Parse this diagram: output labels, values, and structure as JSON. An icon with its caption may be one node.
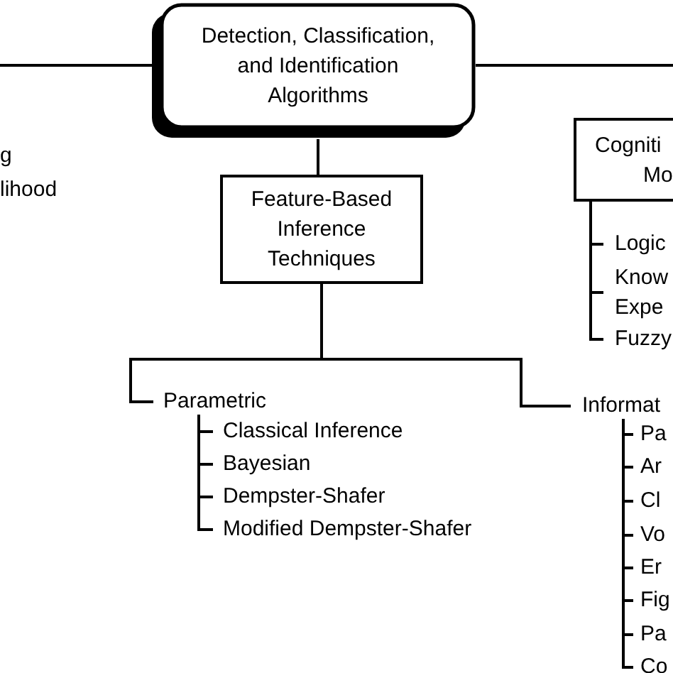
{
  "diagram": {
    "nodes": [
      {
        "text": [
          "Detection, Classification, and Identification Algorithms"
        ]
      },
      {
        "text": [
          "Feature-Based Inference Techniques"
        ]
      },
      {
        "text": [
          "Cogniti",
          "Mo"
        ]
      },
      {
        "text": [
          "Parametric"
        ]
      },
      {
        "text": [
          "Informat"
        ]
      },
      {
        "text": [
          "Classical Inference"
        ]
      },
      {
        "text": [
          "Bayesian"
        ]
      },
      {
        "text": [
          "Dempster-Shafer"
        ]
      },
      {
        "text": [
          "Modified Dempster-Shafer"
        ]
      },
      {
        "text": [
          "Logic"
        ]
      },
      {
        "text": [
          "Know Expe"
        ]
      },
      {
        "text": [
          "Fuzzy"
        ]
      },
      {
        "text": [
          "Pa"
        ]
      },
      {
        "text": [
          "Ar"
        ]
      },
      {
        "text": [
          "Cl"
        ]
      },
      {
        "text": [
          "Vo"
        ]
      },
      {
        "text": [
          "Er"
        ]
      },
      {
        "text": [
          "Fig"
        ]
      },
      {
        "text": [
          "Pa"
        ]
      },
      {
        "text": [
          "Co"
        ]
      }
    ],
    "edges": [
      {
        "from": 0,
        "to": null,
        "arrow": "none"
      },
      {
        "from": 0,
        "to": null,
        "arrow": "none"
      },
      {
        "from": 0,
        "to": 1,
        "arrow": "none"
      },
      {
        "from": 1,
        "to": 3,
        "arrow": "none"
      },
      {
        "from": 1,
        "to": 4,
        "arrow": "none"
      },
      {
        "from": 3,
        "to": 5,
        "arrow": "none"
      },
      {
        "from": 3,
        "to": 6,
        "arrow": "none"
      },
      {
        "from": 3,
        "to": 7,
        "arrow": "none"
      },
      {
        "from": 3,
        "to": 8,
        "arrow": "none"
      },
      {
        "from": 2,
        "to": 9,
        "arrow": "none"
      },
      {
        "from": 2,
        "to": 10,
        "arrow": "none"
      },
      {
        "from": 2,
        "to": 11,
        "arrow": "none"
      },
      {
        "from": 4,
        "to": 12,
        "arrow": "none"
      },
      {
        "from": 4,
        "to": 13,
        "arrow": "none"
      },
      {
        "from": 4,
        "to": 14,
        "arrow": "none"
      },
      {
        "from": 4,
        "to": 15,
        "arrow": "none"
      },
      {
        "from": 4,
        "to": 16,
        "arrow": "none"
      },
      {
        "from": 4,
        "to": 17,
        "arrow": "none"
      },
      {
        "from": 4,
        "to": 18,
        "arrow": "none"
      },
      {
        "from": 4,
        "to": 19,
        "arrow": "none"
      }
    ],
    "labels": [
      "g",
      "lihood"
    ]
  }
}
